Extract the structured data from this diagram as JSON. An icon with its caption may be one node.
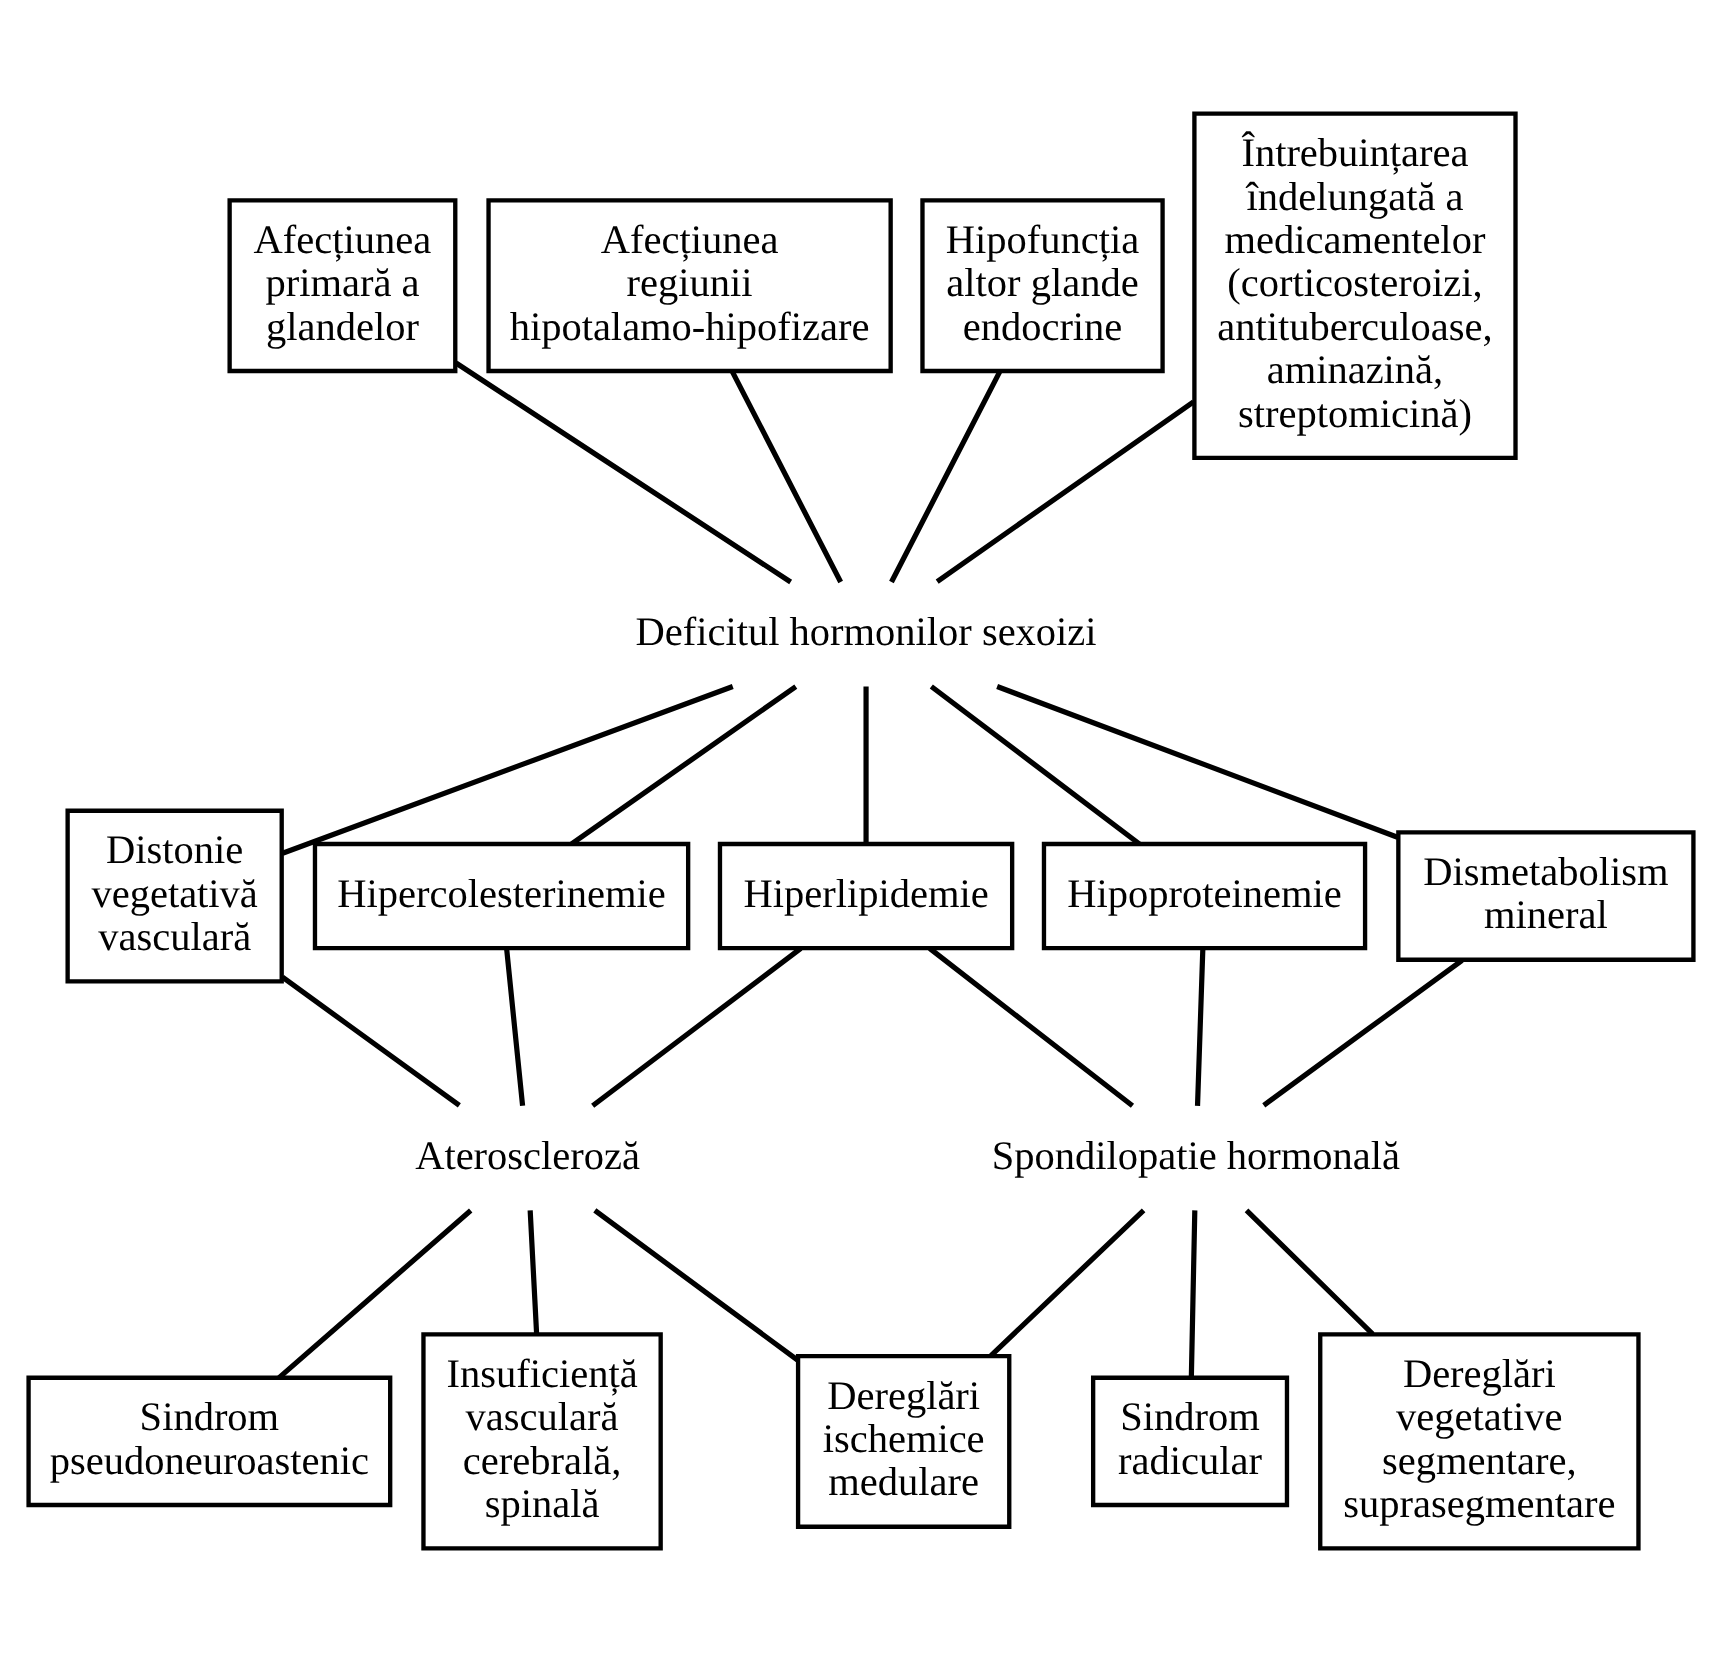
{
  "diagram": {
    "nodes": [
      {
        "text": [
          "Afecțiunea primară a glandelor"
        ]
      },
      {
        "text": [
          "Afecțiunea regiunii hipotalamo-hipofizare"
        ]
      },
      {
        "text": [
          "Hipofuncția altor glande endocrine"
        ]
      },
      {
        "text": [
          "Întrebuințarea îndelungată a medicamentelor (corticosteroizi, antituberculoase, aminazină, streptomicină)"
        ]
      },
      {
        "text": [
          "Deficitul hormonilor sexoizi"
        ]
      },
      {
        "text": [
          "Distonie vegetativă vasculară"
        ]
      },
      {
        "text": [
          "Hipercolesterinemie"
        ]
      },
      {
        "text": [
          "Hiperlipidemie"
        ]
      },
      {
        "text": [
          "Hipoproteinemie"
        ]
      },
      {
        "text": [
          "Dismetabolism mineral"
        ]
      },
      {
        "text": [
          "Ateroscleroză"
        ]
      },
      {
        "text": [
          "Spondilopatie hormonală"
        ]
      },
      {
        "text": [
          "Sindrom pseudoneuroastenic"
        ]
      },
      {
        "text": [
          "Insuficiență vasculară cerebrală, spinală"
        ]
      },
      {
        "text": [
          "Dereglări ischemice medulare"
        ]
      },
      {
        "text": [
          "Sindrom radicular"
        ]
      },
      {
        "text": [
          "Dereglări vegetative segmentare, suprasegmentare"
        ]
      }
    ],
    "edges": [
      {
        "from": 0,
        "to": 4,
        "arrow": "none"
      },
      {
        "from": 1,
        "to": 4,
        "arrow": "none"
      },
      {
        "from": 2,
        "to": 4,
        "arrow": "none"
      },
      {
        "from": 3,
        "to": 4,
        "arrow": "none"
      },
      {
        "from": 4,
        "to": 5,
        "arrow": "none"
      },
      {
        "from": 4,
        "to": 6,
        "arrow": "none"
      },
      {
        "from": 4,
        "to": 7,
        "arrow": "none"
      },
      {
        "from": 4,
        "to": 8,
        "arrow": "none"
      },
      {
        "from": 4,
        "to": 9,
        "arrow": "none"
      },
      {
        "from": 5,
        "to": 10,
        "arrow": "none"
      },
      {
        "from": 6,
        "to": 10,
        "arrow": "none"
      },
      {
        "from": 7,
        "to": 10,
        "arrow": "none"
      },
      {
        "from": 7,
        "to": 11,
        "arrow": "none"
      },
      {
        "from": 8,
        "to": 11,
        "arrow": "none"
      },
      {
        "from": 9,
        "to": 11,
        "arrow": "none"
      },
      {
        "from": 10,
        "to": 12,
        "arrow": "none"
      },
      {
        "from": 10,
        "to": 13,
        "arrow": "none"
      },
      {
        "from": 10,
        "to": 14,
        "arrow": "none"
      },
      {
        "from": 11,
        "to": 14,
        "arrow": "none"
      },
      {
        "from": 11,
        "to": 15,
        "arrow": "none"
      },
      {
        "from": 11,
        "to": 16,
        "arrow": "none"
      }
    ]
  }
}
